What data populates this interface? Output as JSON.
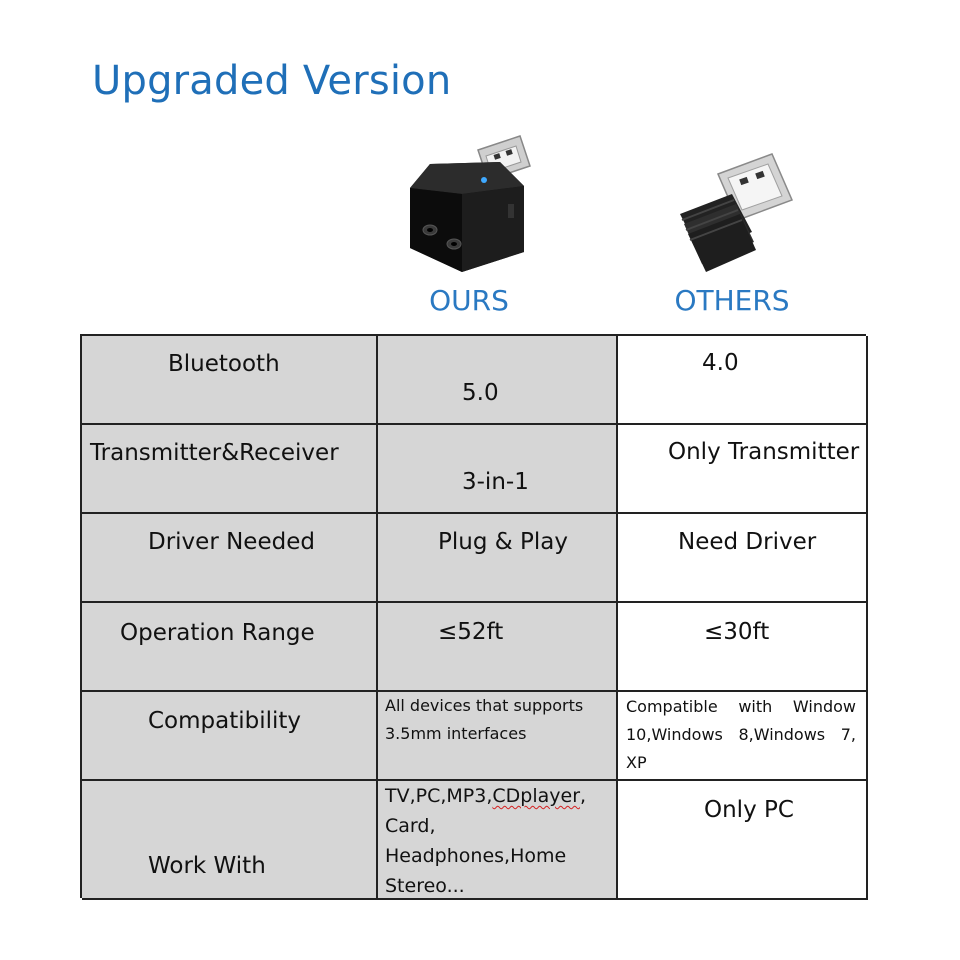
{
  "header": {
    "title": "Upgraded Version"
  },
  "columns": {
    "ours": "OURS",
    "others": "OTHERS"
  },
  "rows": [
    {
      "feature": "Bluetooth",
      "ours": "5.0",
      "others": "4.0"
    },
    {
      "feature": "Transmitter&Receiver",
      "ours": "3-in-1",
      "others": "Only Transmitter"
    },
    {
      "feature": "Driver Needed",
      "ours": "Plug & Play",
      "others": "Need Driver"
    },
    {
      "feature": "Operation Range",
      "ours": "≤52ft",
      "others": "≤30ft"
    },
    {
      "feature": "Compatibility",
      "ours_lines": [
        "All devices that supports",
        "3.5mm interfaces"
      ],
      "others": "Compatible with Window 10,Windows 8,Windows 7, XP"
    },
    {
      "feature": "Work With",
      "ours_lines": [
        "TV,PC,MP3,",
        "CDplayer",
        ",",
        "Card,",
        "Headphones,Home",
        "Stereo..."
      ],
      "others": "Only PC"
    }
  ],
  "icons": {
    "ours_product": "usb-bluetooth-adapter-black",
    "others_product": "usb-dongle-small"
  },
  "colors": {
    "title": "#1f6fb8",
    "column_label": "#2a79c2",
    "feature_bg": "#d6d6d6",
    "ours_bg": "#d6d6d6",
    "others_bg": "#ffffff"
  }
}
